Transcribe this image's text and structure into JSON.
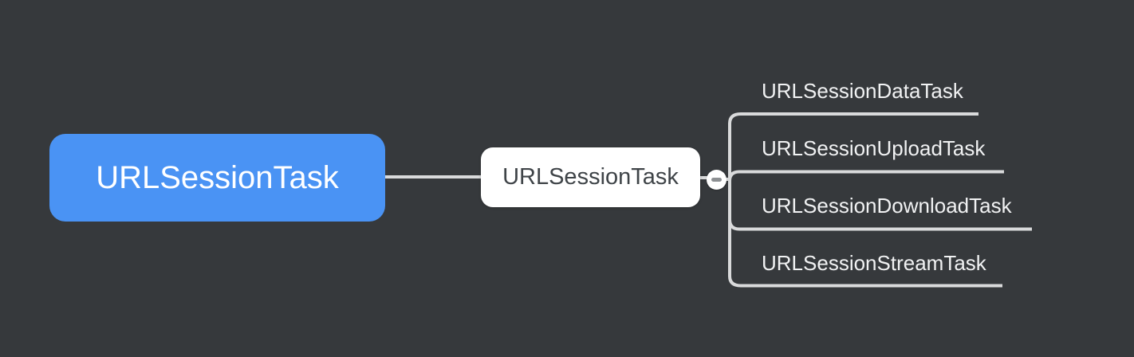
{
  "colors": {
    "canvas_background": "#36393c",
    "connector_line": "#d9dadb",
    "root_topic_bg": "#4a93f4",
    "root_topic_text": "#ffffff",
    "subtopic_bg": "#ffffff",
    "subtopic_text": "#3f4448",
    "leaf_text": "#f1f2f3",
    "collapse_button_bg": "#ffffff",
    "collapse_minus": "#8d9093"
  },
  "mindmap": {
    "root": {
      "label": "URLSessionTask"
    },
    "subtopic": {
      "label": "URLSessionTask"
    },
    "collapse_button": {
      "icon": "minus",
      "state": "expanded"
    },
    "leaves": [
      {
        "label": "URLSessionDataTask"
      },
      {
        "label": "URLSessionUploadTask"
      },
      {
        "label": "URLSessionDownloadTask"
      },
      {
        "label": "URLSessionStreamTask"
      }
    ]
  }
}
